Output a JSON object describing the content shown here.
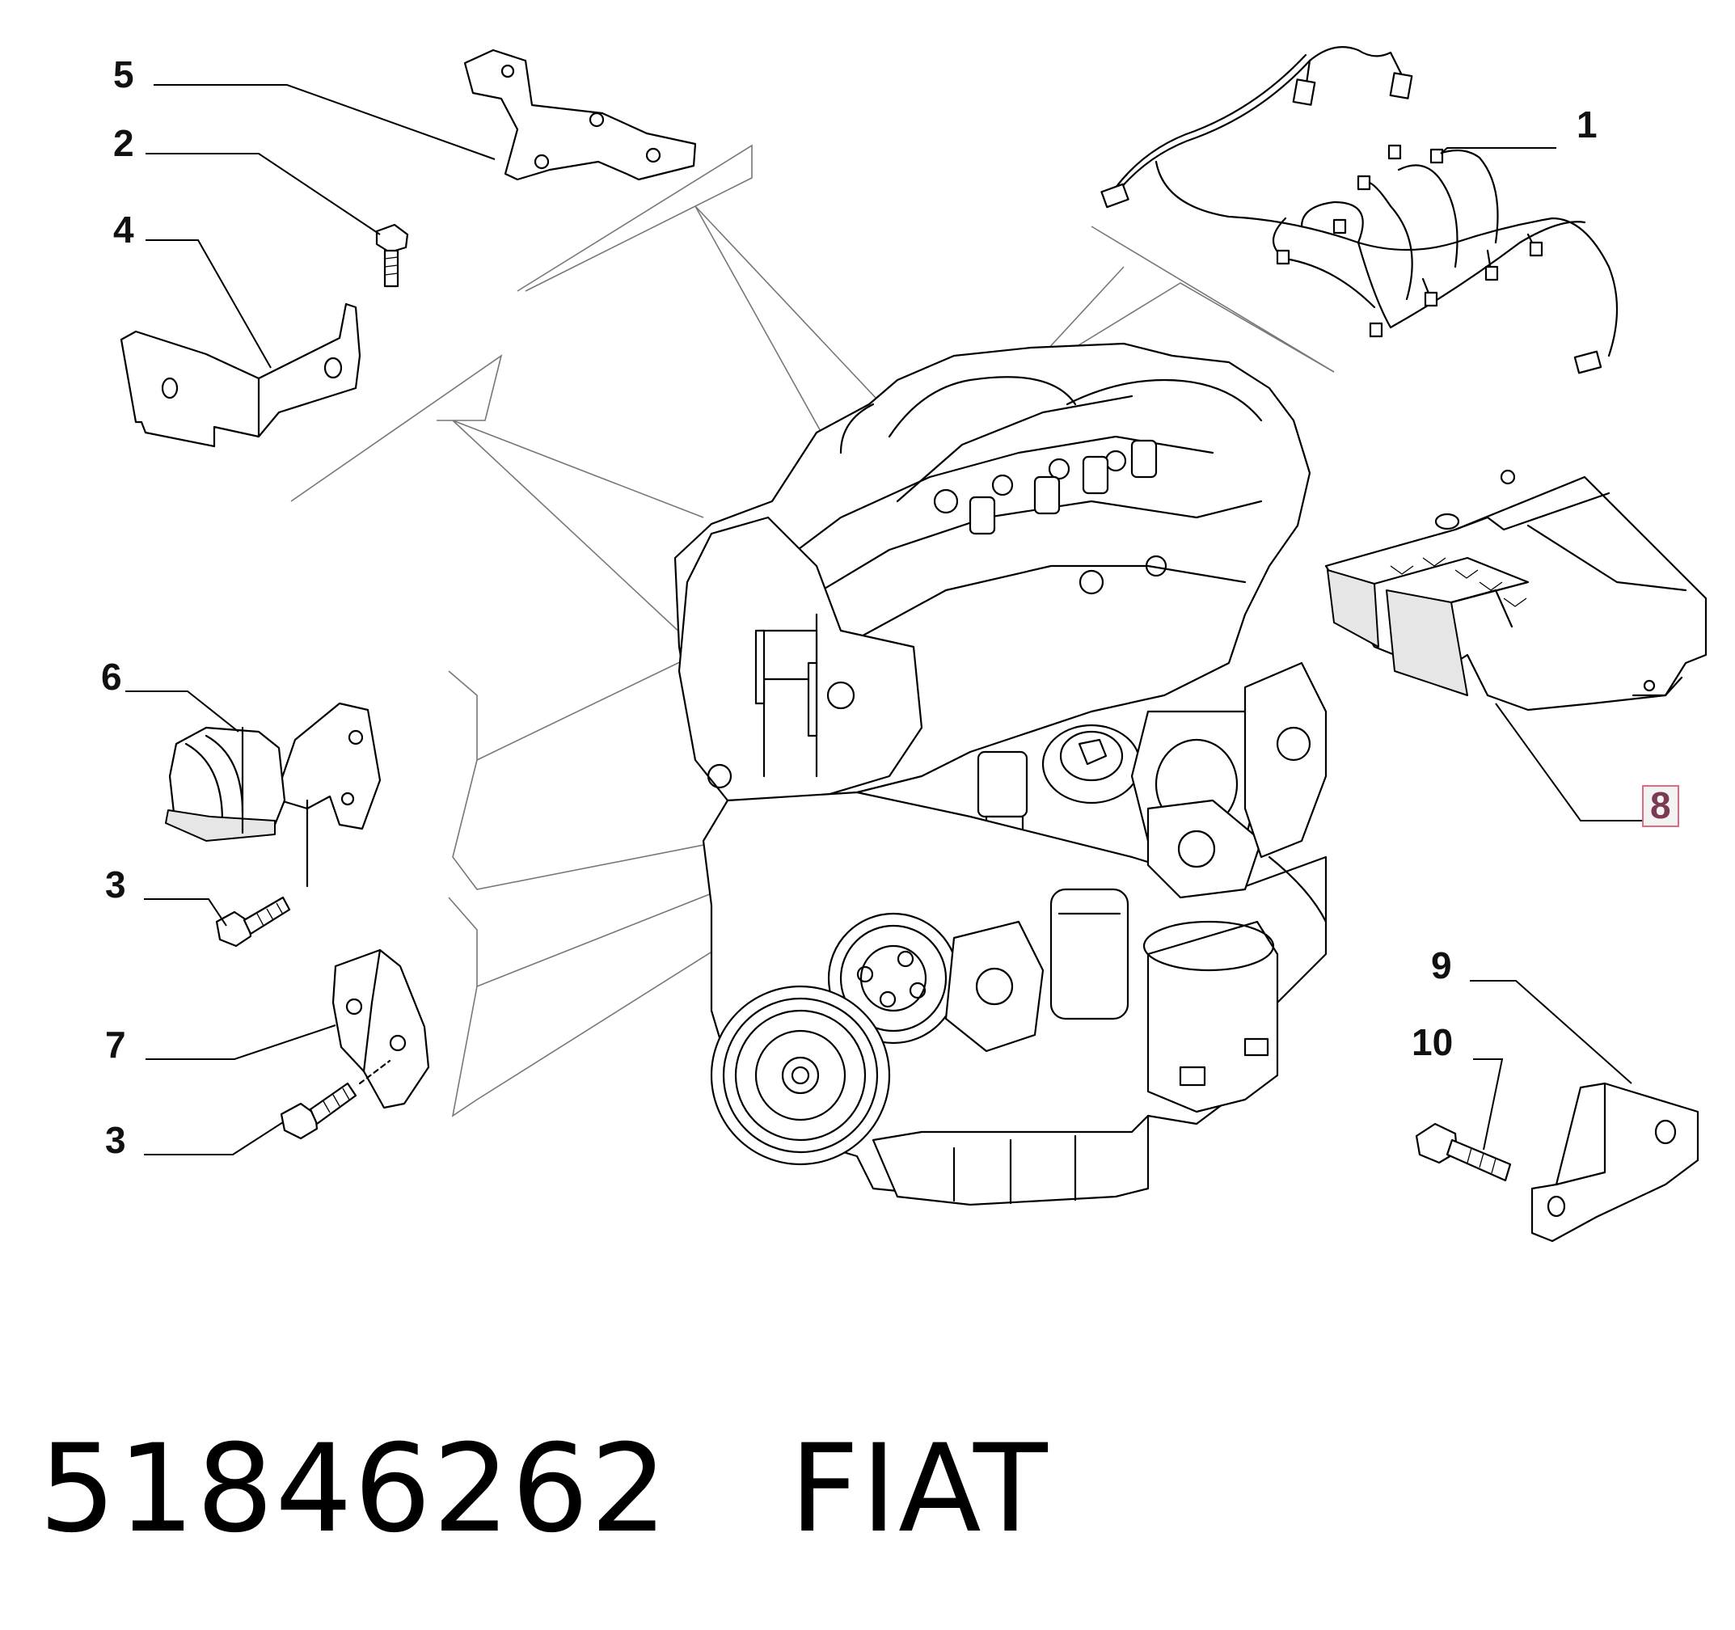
{
  "diagram": {
    "callouts": [
      {
        "id": "c5",
        "label": "5"
      },
      {
        "id": "c2",
        "label": "2"
      },
      {
        "id": "c4",
        "label": "4"
      },
      {
        "id": "c1",
        "label": "1"
      },
      {
        "id": "c6",
        "label": "6"
      },
      {
        "id": "c3a",
        "label": "3"
      },
      {
        "id": "c7",
        "label": "7"
      },
      {
        "id": "c3b",
        "label": "3"
      },
      {
        "id": "c8",
        "label": "8",
        "highlighted": true
      },
      {
        "id": "c9",
        "label": "9"
      },
      {
        "id": "c10",
        "label": "10"
      }
    ],
    "highlight_color": "#e06a80"
  },
  "footer": {
    "part_number": "51846262",
    "brand": "FIAT"
  }
}
